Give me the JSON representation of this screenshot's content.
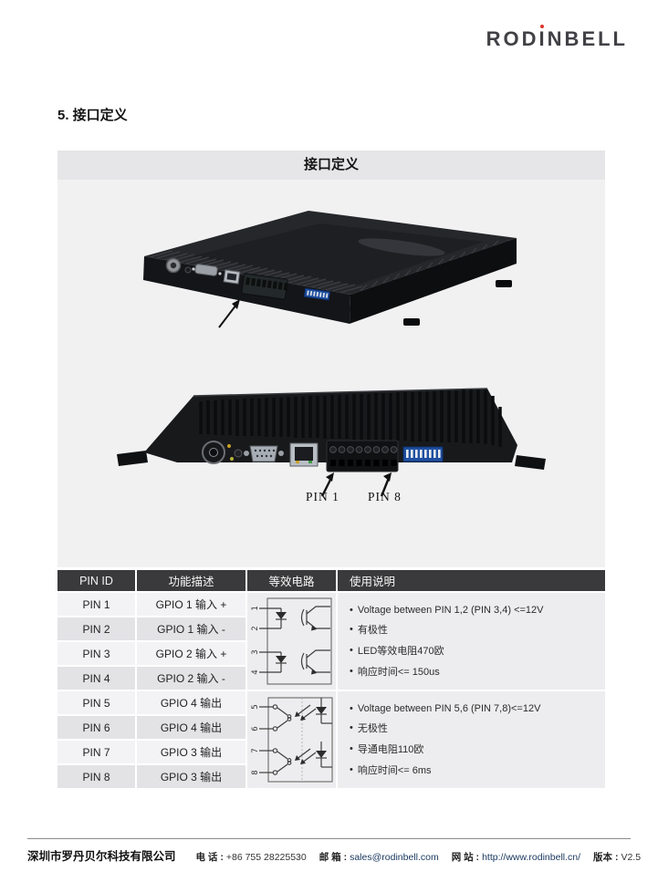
{
  "brand": {
    "left": "ROD",
    "i": "I",
    "right": "NBELL"
  },
  "section_title": "5. 接口定义",
  "panel": {
    "header": "接口定义",
    "photo": {
      "pin1_label": "PIN 1",
      "pin8_label": "PIN 8"
    }
  },
  "table": {
    "headers": [
      "PIN ID",
      "功能描述",
      "等效电路",
      "使用说明"
    ],
    "rows": [
      {
        "pin": "PIN 1",
        "func": "GPIO 1 输入 +"
      },
      {
        "pin": "PIN 2",
        "func": "GPIO 1 输入 -"
      },
      {
        "pin": "PIN 3",
        "func": "GPIO 2 输入 +"
      },
      {
        "pin": "PIN 4",
        "func": "GPIO 2 输入 -"
      },
      {
        "pin": "PIN 5",
        "func": "GPIO 4 输出"
      },
      {
        "pin": "PIN 6",
        "func": "GPIO 4 输出"
      },
      {
        "pin": "PIN 7",
        "func": "GPIO 3 输出"
      },
      {
        "pin": "PIN 8",
        "func": "GPIO 3 输出"
      }
    ],
    "group1": {
      "circuit_pins": [
        "1",
        "2",
        "3",
        "4"
      ],
      "notes": [
        "Voltage between PIN 1,2 (PIN 3,4) <=12V",
        "有极性",
        "LED等效电阻470欧",
        "响应时间<= 150us"
      ]
    },
    "group2": {
      "circuit_pins": [
        "5",
        "6",
        "7",
        "8"
      ],
      "notes": [
        "Voltage between PIN 5,6 (PIN 7,8)<=12V",
        "无极性",
        "导通电阻110欧",
        "响应时间<= 6ms"
      ]
    }
  },
  "footer": {
    "company": "深圳市罗丹贝尔科技有限公司",
    "phone_label": "电 话 :",
    "phone": "+86 755 28225530",
    "email_label": "邮 箱 :",
    "email": "sales@rodinbell.com",
    "web_label": "网 站 :",
    "website": "http://www.rodinbell.cn/",
    "version_label": "版本 :",
    "version": "V2.5"
  },
  "colors": {
    "accent_red": "#e0352b",
    "panel_header_bg": "#e6e6e8",
    "panel_body_bg": "#f1f1f2",
    "table_header_bg": "#3a3a3c",
    "row_light": "#f3f3f5",
    "row_dark": "#e3e3e6",
    "span_cell_bg": "#ededef",
    "link_blue": "#17365d",
    "dip_switch_blue": "#1f4fa0"
  }
}
